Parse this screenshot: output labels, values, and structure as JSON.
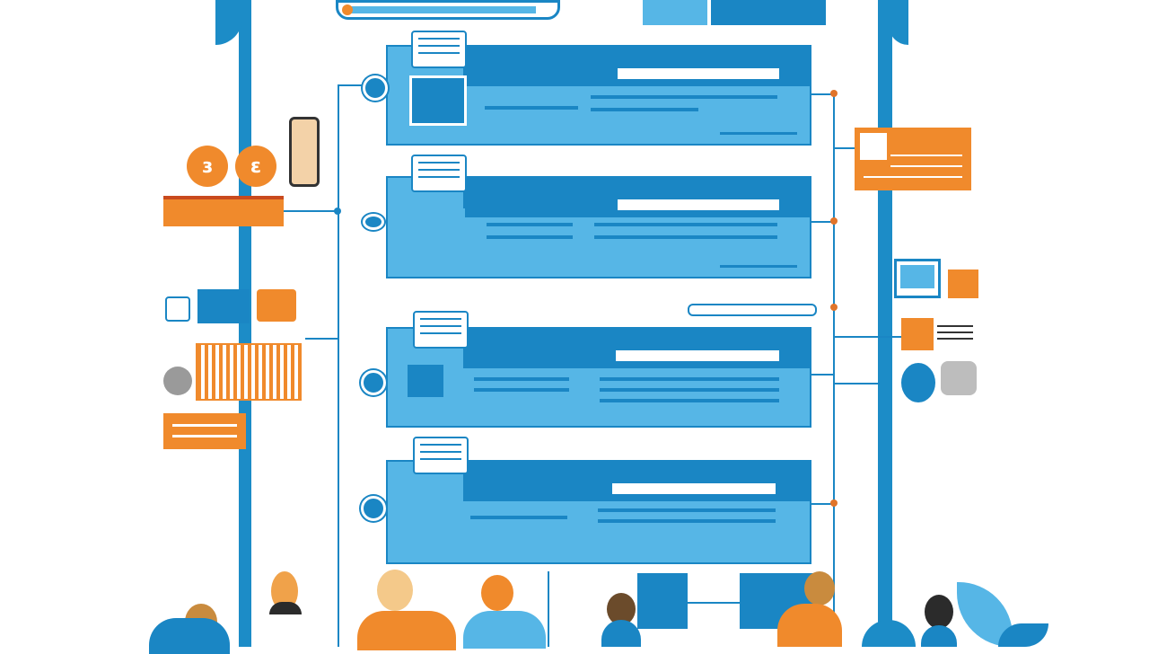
{
  "illustration": {
    "subject": "",
    "colors": {
      "primary_blue": "#1a86c4",
      "light_blue": "#56b6e6",
      "accent_orange": "#f08a2c",
      "background": "#ffffff"
    },
    "panels": [
      {
        "id": "panel-1",
        "icon": "face-icon"
      },
      {
        "id": "panel-2",
        "icon": "gear-cluster-icon"
      },
      {
        "id": "panel-3",
        "icon": "device-icon"
      },
      {
        "id": "panel-4",
        "icon": "document-icon"
      }
    ],
    "left_icons": [
      "lamp-icon",
      "person-icon",
      "gauge-icon",
      "chart-icon",
      "mouse-icon"
    ],
    "right_icons": [
      "image-card-icon",
      "monitor-icon",
      "checkbox-icon",
      "b-badge-icon",
      "webcam-icon"
    ]
  }
}
